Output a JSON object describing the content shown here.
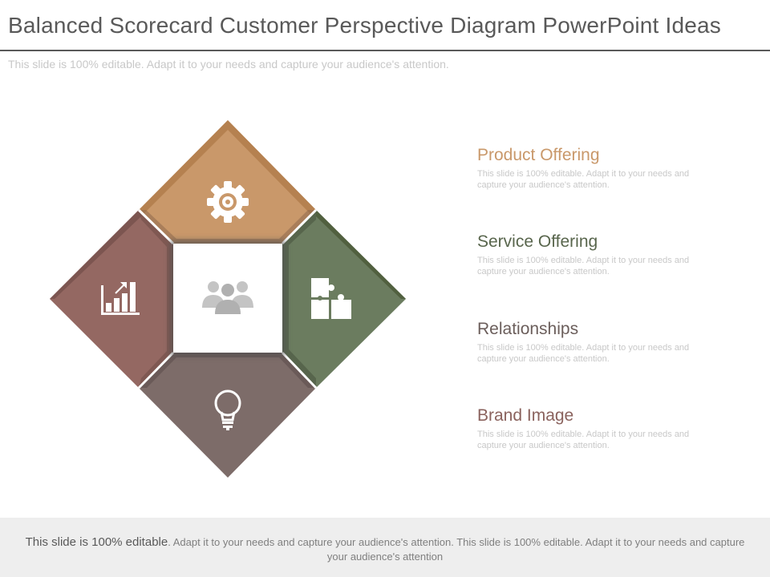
{
  "header": {
    "title": "Balanced Scorecard Customer Perspective Diagram PowerPoint Ideas",
    "subtitle": "This slide is 100% editable. Adapt it to your needs and capture your audience's attention."
  },
  "diagram": {
    "center_icon": "people-group-icon",
    "segments": [
      {
        "position": "top",
        "icon": "gear-icon",
        "color": "#c9986a"
      },
      {
        "position": "right",
        "icon": "puzzle-icon",
        "color": "#6b7c5f"
      },
      {
        "position": "bottom",
        "icon": "lightbulb-icon",
        "color": "#7d6c69"
      },
      {
        "position": "left",
        "icon": "bar-chart-growth-icon",
        "color": "#946862"
      }
    ]
  },
  "items": [
    {
      "title": "Product Offering",
      "color": "#c9986a",
      "desc": "This slide is 100% editable. Adapt it to your needs and capture your audience's attention."
    },
    {
      "title": "Service Offering",
      "color": "#59664d",
      "desc": "This slide is 100% editable. Adapt it to your needs and capture your audience's attention."
    },
    {
      "title": "Relationships",
      "color": "#6b5e5b",
      "desc": "This slide is 100% editable. Adapt it to your needs and capture your audience's attention."
    },
    {
      "title": "Brand Image",
      "color": "#8a625d",
      "desc": "This slide is 100% editable. Adapt it to your needs and capture your audience's attention."
    }
  ],
  "footer": {
    "lead": "This slide is 100% editable",
    "text": ". Adapt it to your needs and capture your audience's attention. This slide is 100% editable. Adapt it to your needs and capture your audience's attention"
  }
}
